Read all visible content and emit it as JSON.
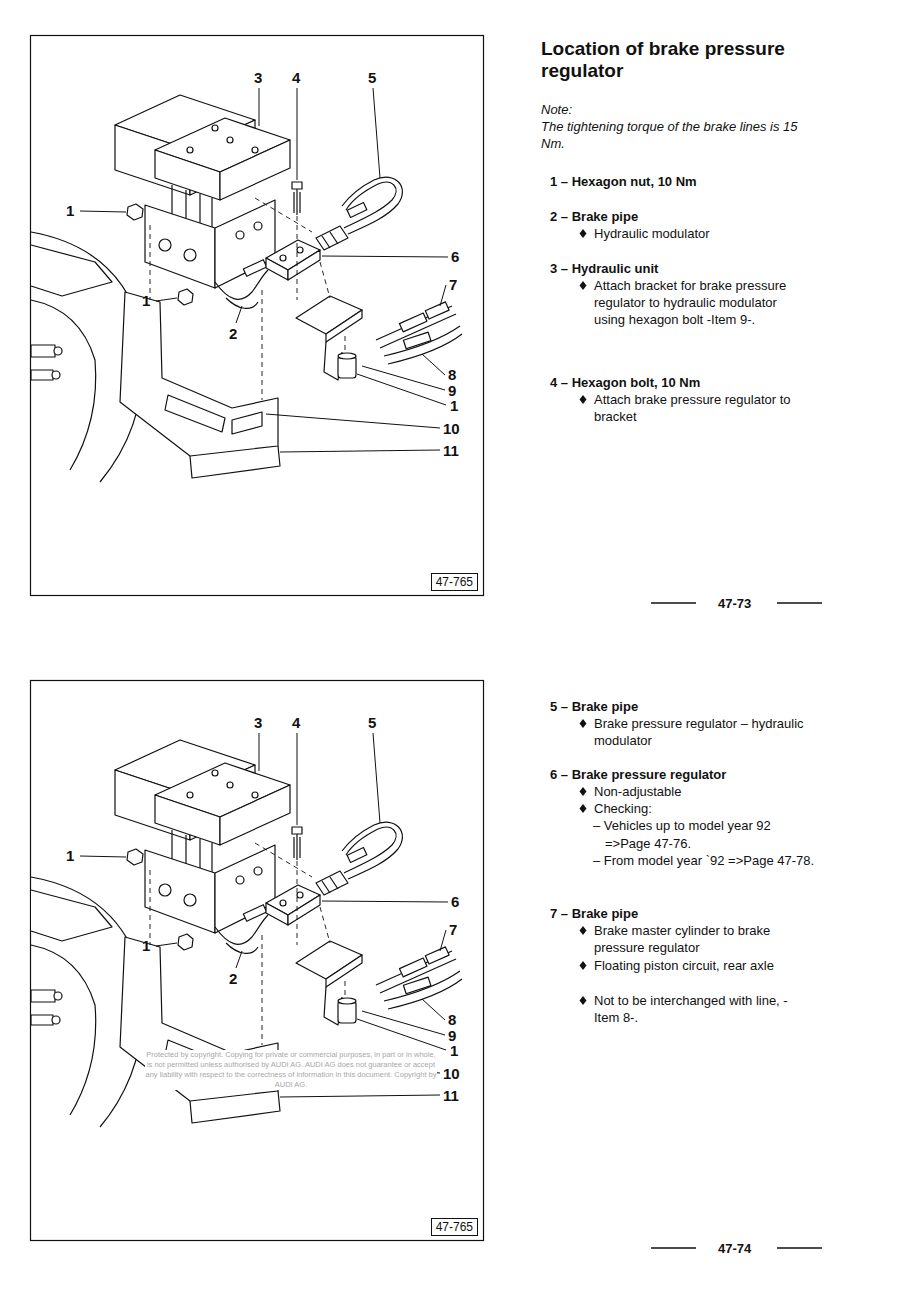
{
  "diagram": {
    "title": "Location of brake pressure regulator",
    "nodes": [
      {
        "text": [
          "47-765"
        ]
      },
      {
        "text": [
          "47-765"
        ]
      }
    ],
    "labels": [
      "3",
      "4",
      "5",
      "1",
      "6",
      "7",
      "1",
      "2",
      "8",
      "9",
      "1",
      "10",
      "11",
      "Note:",
      "The tightening torque of the brake lines is 15 Nm.",
      "1 – Hexagon nut, 10 Nm",
      "2 – Brake pipe",
      "Hydraulic modulator",
      "3 – Hydraulic unit",
      "Attach bracket for brake pressure regulator to hydraulic modulator using hexagon bolt -Item 9-.",
      "4 – Hexagon bolt, 10 Nm",
      "Attach brake pressure regulator to bracket",
      "47-73",
      "3",
      "4",
      "5",
      "1",
      "6",
      "7",
      "1",
      "2",
      "8",
      "9",
      "1",
      "10",
      "11",
      "Protected by copyright. Copying for private or commercial purposes, in part or in whole, is not permitted unless authorised by AUDI AG. AUDI AG does not guarantee or accept any liability with respect to the correctness of information in this document. Copyright by AUDI AG.",
      "5 – Brake pipe",
      "Brake pressure regulator – hydraulic modulator",
      "6 – Brake pressure regulator",
      "Non-adjustable",
      "Checking:",
      "– Vehicles up to model year 92 =>Page 47-76.",
      "– From model year `92 =>Page 47-78.",
      "7 – Brake pipe",
      "Brake master cylinder to brake pressure regulator",
      "Floating piston circuit, rear axle",
      "Not to be interchanged with line, -Item 8-.",
      "47-74"
    ]
  }
}
